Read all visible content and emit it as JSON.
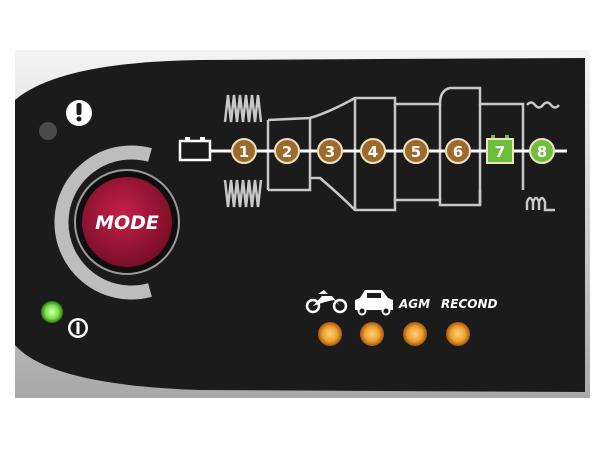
{
  "panel": {
    "mode_button": {
      "label": "MODE",
      "color": "#a3173c"
    },
    "warning_indicator": {
      "icon": "exclamation-icon",
      "lit": false
    },
    "power_indicator": {
      "icon": "power-icon",
      "lit": true,
      "color": "#7be04a"
    }
  },
  "steps": [
    {
      "label": "1",
      "active": false
    },
    {
      "label": "2",
      "active": false
    },
    {
      "label": "3",
      "active": false
    },
    {
      "label": "4",
      "active": false
    },
    {
      "label": "5",
      "active": false
    },
    {
      "label": "6",
      "active": false
    },
    {
      "label": "7",
      "active": true
    },
    {
      "label": "8",
      "active": true
    }
  ],
  "step_colors": {
    "inactive": "#9c6a2c",
    "active": "#6cbf3a"
  },
  "modes": [
    {
      "icon": "motorcycle-icon",
      "lit": true
    },
    {
      "icon": "car-icon",
      "lit": true
    },
    {
      "label": "AGM",
      "lit": true
    },
    {
      "label": "RECOND",
      "lit": true
    }
  ],
  "mode_led_color": "#f0a030"
}
